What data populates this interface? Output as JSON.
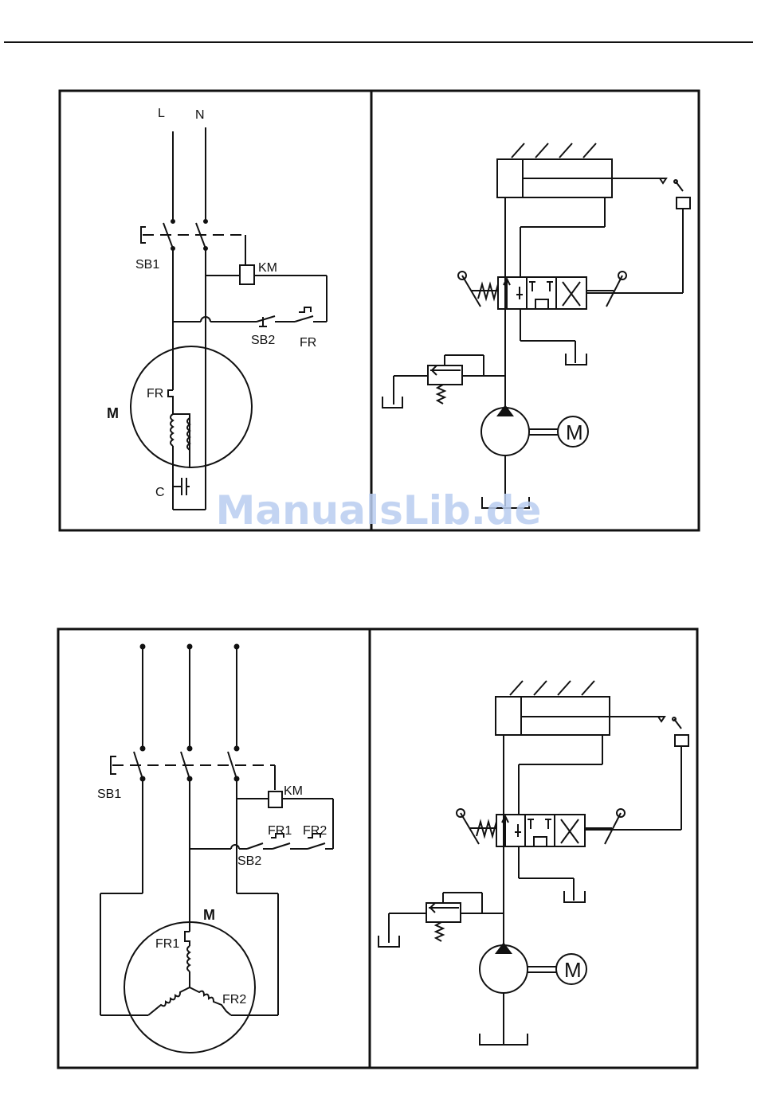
{
  "watermark": "ManualsLib.de",
  "figure_single_phase": {
    "labels": {
      "line": "L",
      "neutral": "N",
      "switch": "SB1",
      "contactor": "KM",
      "stop_button": "SB2",
      "thermal_relay": "FR",
      "motor": "M",
      "motor_thermal": "FR",
      "capacitor": "C"
    },
    "hydraulic": {
      "pump_motor": "M"
    }
  },
  "figure_three_phase": {
    "labels": {
      "switch": "SB1",
      "contactor": "KM",
      "relay_1": "FR1",
      "relay_2": "FR2",
      "stop_button": "SB2",
      "motor": "M",
      "motor_relay_1": "FR1",
      "motor_relay_2": "FR2"
    },
    "hydraulic": {
      "pump_motor": "M"
    }
  },
  "colors": {
    "ink": "#111111",
    "watermark": "#b9cdf0"
  }
}
